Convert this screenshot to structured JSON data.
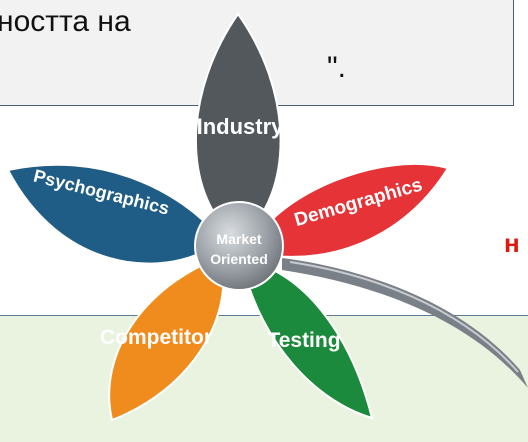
{
  "text_box": {
    "line1": "ността на",
    "line2": "\"."
  },
  "side_fragment": "н",
  "diagram": {
    "center": {
      "line1": "Market",
      "line2": "Oriented"
    },
    "petals": [
      {
        "label": "Industry",
        "color": "#53585c"
      },
      {
        "label": "Demographics",
        "color": "#e63338"
      },
      {
        "label": "Testing",
        "color": "#1c8a3c"
      },
      {
        "label": "Competitor",
        "color": "#f08b1d"
      },
      {
        "label": "Psychographics",
        "color": "#1f5d86"
      }
    ],
    "stem_color": "#7a8088"
  }
}
